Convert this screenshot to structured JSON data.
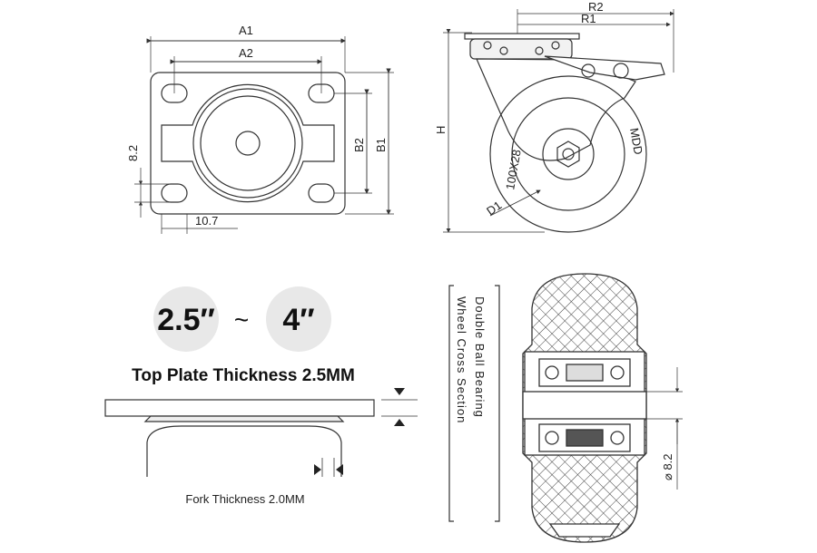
{
  "plate": {
    "a1": "A1",
    "a2": "A2",
    "b1": "B1",
    "b2": "B2",
    "hole_spacing": "8.2",
    "hole_offset": "10.7"
  },
  "side": {
    "r2": "R2",
    "r1": "R1",
    "h": "H",
    "d1": "D1",
    "wheel_mark": "100X28",
    "brand_mark": "MDD"
  },
  "sizes": {
    "min": "2.5″",
    "tilde": "~",
    "max": "4″"
  },
  "top_plate_label": "Top Plate Thickness 2.5MM",
  "fork_label": "Fork Thickness 2.0MM",
  "section": {
    "line1": "Double Ball Bearing",
    "line2": "Wheel Cross Section",
    "axle_dia": "⌀ 8.2"
  }
}
